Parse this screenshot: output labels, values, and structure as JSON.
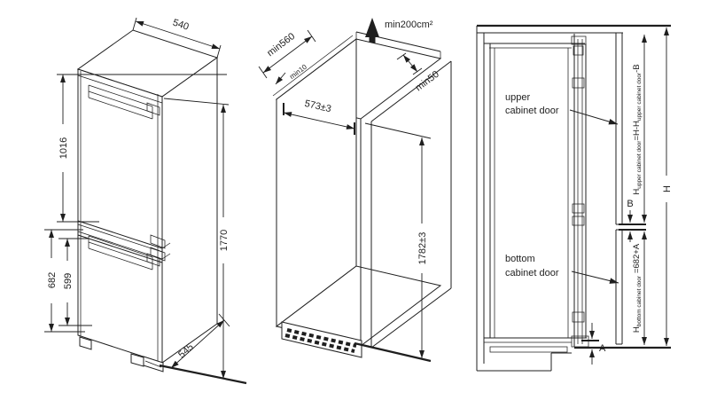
{
  "page": {
    "background": "#ffffff",
    "line_color": "#1f1f1f"
  },
  "views": {
    "fridge": {
      "dim_width_top": "540",
      "dim_upper_door_height": "1016",
      "dim_lower_section_height": "682",
      "dim_lower_door_height": "599",
      "dim_total_height": "1770",
      "dim_depth": "545"
    },
    "niche": {
      "dim_min_depth": "min560",
      "dim_min_rear_gap": "min10",
      "dim_min_vent_area": "min200cm²",
      "dim_min_top_clearance": "min50",
      "dim_inner_width": "573±3",
      "dim_inner_height": "1782±3"
    },
    "cabinet": {
      "upper_door_label_line1": "upper",
      "upper_door_label_line2": "cabinet door",
      "bottom_door_label_line1": "bottom",
      "bottom_door_label_line2": "cabinet door",
      "gap_label": "B",
      "bottom_gap_label": "A",
      "overall_height_label": "H",
      "upper_door_formula": {
        "h": "H",
        "sub1": "upper cabinet door",
        "mid": "=H-H",
        "sub2": "upper cabinet door",
        "tail": "-B"
      },
      "bottom_door_formula": {
        "h": "H",
        "sub": "bottom cabinet door",
        "tail": " =682+A"
      }
    }
  }
}
